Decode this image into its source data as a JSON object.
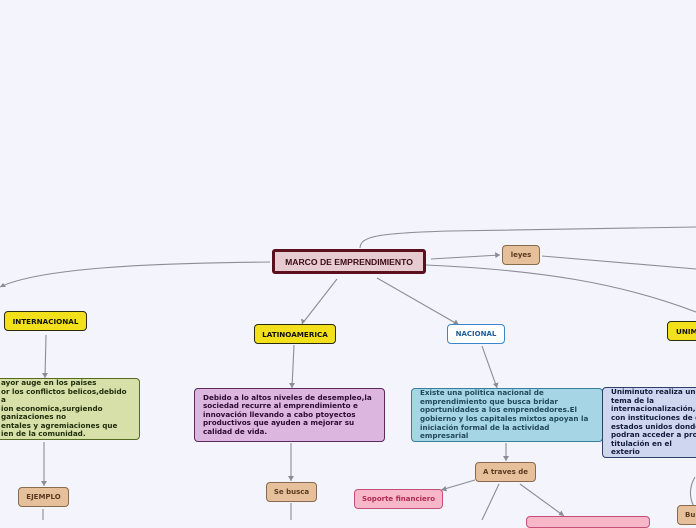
{
  "root": {
    "label": "MARCO DE EMPRENDIMIENTO"
  },
  "branches": {
    "internacional": "INTERNACIONAL",
    "latinoamerica": "LATINOAMERICA",
    "nacional": "NACIONAL",
    "uniminuto": "UNIM",
    "leyes": "leyes"
  },
  "texts": {
    "internacional_body": "ayor auge en los paises\nor los conflictos belicos,debido a\nion economica,surgiendo\nganizaciones no\nentales y agremiaciones que\nien de la comunidad.",
    "latinoamerica_body": "Debido a lo altos niveles de desempleo,la\nsociedad recurre al emprendimiento e\ninnovación llevando a cabo ptoyectos\nproductivos que ayuden a mejorar su\ncalidad de vida.",
    "nacional_body": "Existe una politica nacional de\nemprendimiento que busca bridar\noportunidades a los emprendedores.El\ngobierno y los capitales mixtos apoyan la\niniciación formal de la actividad empresarial",
    "uniminuto_body": "Uniminuto realiza un c\ntema de la\ninternacionalización,s\ncon instituciones de e\nestados unidos donde\npodran acceder a prog\ntitulación en el exterio"
  },
  "sub": {
    "ejemplo": "EJEMPLO",
    "se_busca": "Se busca",
    "a_traves_de": "A traves de",
    "soporte_financiero": "Soporte financiero",
    "bu": "Bu"
  },
  "colors": {
    "background": "#f3f4fc",
    "edge": "#8c8c96",
    "root_border": "#5c0f1c",
    "yellow": "#f2e01a",
    "tan": "#e6c09a",
    "pink": "#f7b7c9"
  }
}
